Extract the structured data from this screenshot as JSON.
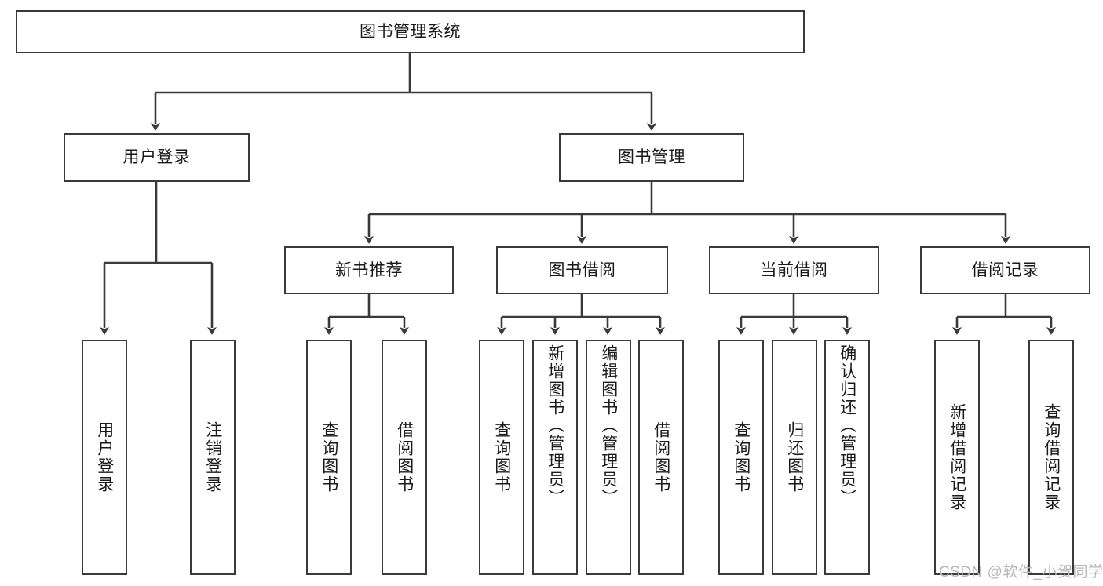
{
  "diagram": {
    "type": "tree-hierarchy-chart",
    "title": "图书管理系统",
    "watermark": "CSDN @软件_小贺同学",
    "colors": {
      "box_border": "#3a3a3a",
      "box_fill": "#ffffff",
      "connector": "#3a3a3a",
      "text": "#1a1a1a",
      "watermark": "#b8b8b8"
    },
    "levels": {
      "root": {
        "label": "图书管理系统"
      },
      "level2": [
        {
          "label": "用户登录"
        },
        {
          "label": "图书管理"
        }
      ],
      "level3": [
        {
          "label": "新书推荐"
        },
        {
          "label": "图书借阅"
        },
        {
          "label": "当前借阅"
        },
        {
          "label": "借阅记录"
        }
      ],
      "leaves": {
        "user_login": [
          {
            "label": "用户登录"
          },
          {
            "label": "注销登录"
          }
        ],
        "new_book_recommend": [
          {
            "label": "查询图书"
          },
          {
            "label": "借阅图书"
          }
        ],
        "book_borrow": [
          {
            "label": "查询图书"
          },
          {
            "label": "新增图书（管理员）"
          },
          {
            "label": "编辑图书（管理员）"
          },
          {
            "label": "借阅图书"
          }
        ],
        "current_borrow": [
          {
            "label": "查询图书"
          },
          {
            "label": "归还图书"
          },
          {
            "label": "确认归还（管理员）"
          }
        ],
        "borrow_records": [
          {
            "label": "新增借阅记录"
          },
          {
            "label": "查询借阅记录"
          }
        ]
      }
    }
  }
}
